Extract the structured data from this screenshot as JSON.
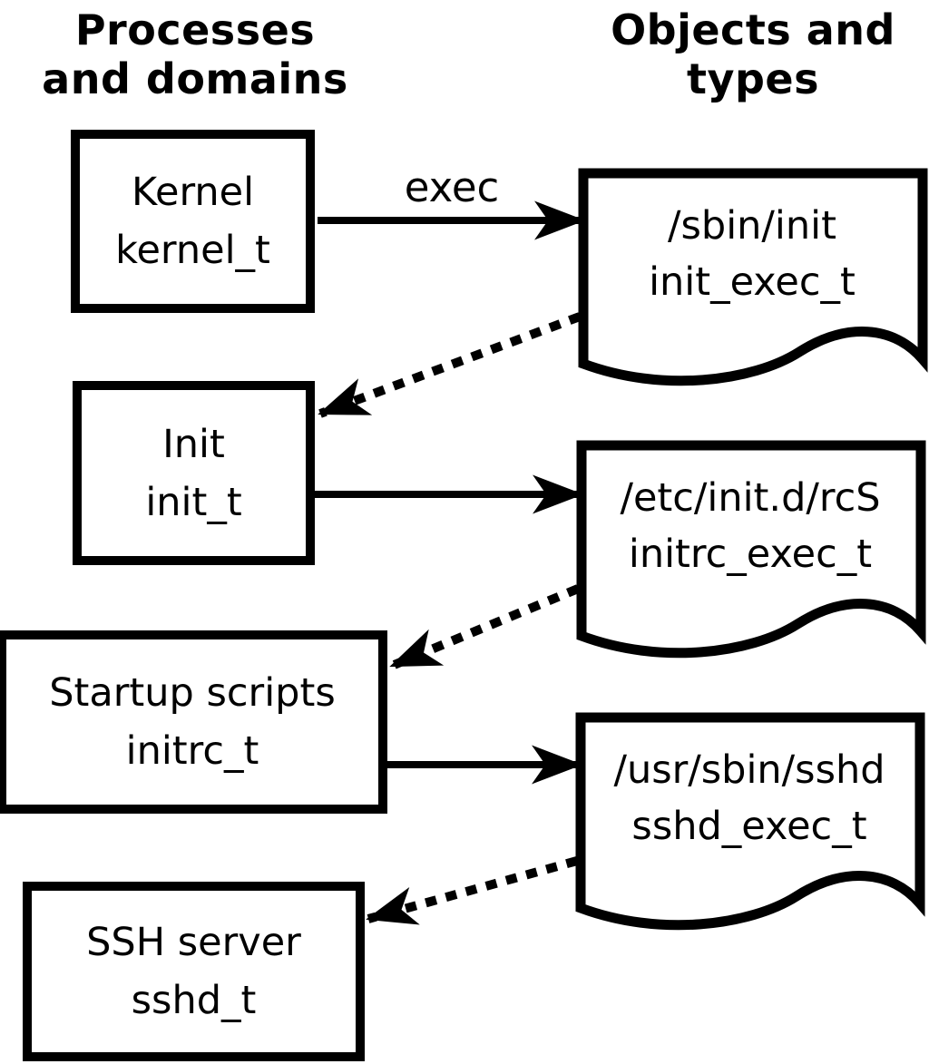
{
  "diagram": {
    "left_column_header": "Processes\nand domains",
    "right_column_header": "Objects and\ntypes",
    "exec_label": "exec",
    "process_boxes": [
      {
        "name": "Kernel",
        "domain": "kernel_t"
      },
      {
        "name": "Init",
        "domain": "init_t"
      },
      {
        "name": "Startup scripts",
        "domain": "initrc_t"
      },
      {
        "name": "SSH server",
        "domain": "sshd_t"
      }
    ],
    "object_documents": [
      {
        "path": "/sbin/init",
        "type": "init_exec_t"
      },
      {
        "path": "/etc/init.d/rcS",
        "type": "initrc_exec_t"
      },
      {
        "path": "/usr/sbin/sshd",
        "type": "sshd_exec_t"
      }
    ],
    "colors": {
      "line": "#000000",
      "background": "#ffffff"
    }
  }
}
